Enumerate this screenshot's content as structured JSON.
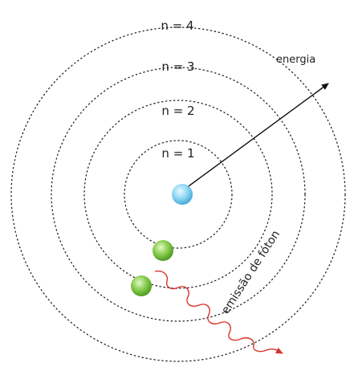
{
  "levels": [
    {
      "n": "n = 1"
    },
    {
      "n": "n = 2"
    },
    {
      "n": "n = 3"
    },
    {
      "n": "n = 4"
    }
  ],
  "energy_label": "energia",
  "photon_label": "emissão de fóton",
  "colors": {
    "nucleus": "#7ccdf2",
    "electron": "#7cc242",
    "photon": "#d8322a",
    "arrow": "#111111"
  }
}
